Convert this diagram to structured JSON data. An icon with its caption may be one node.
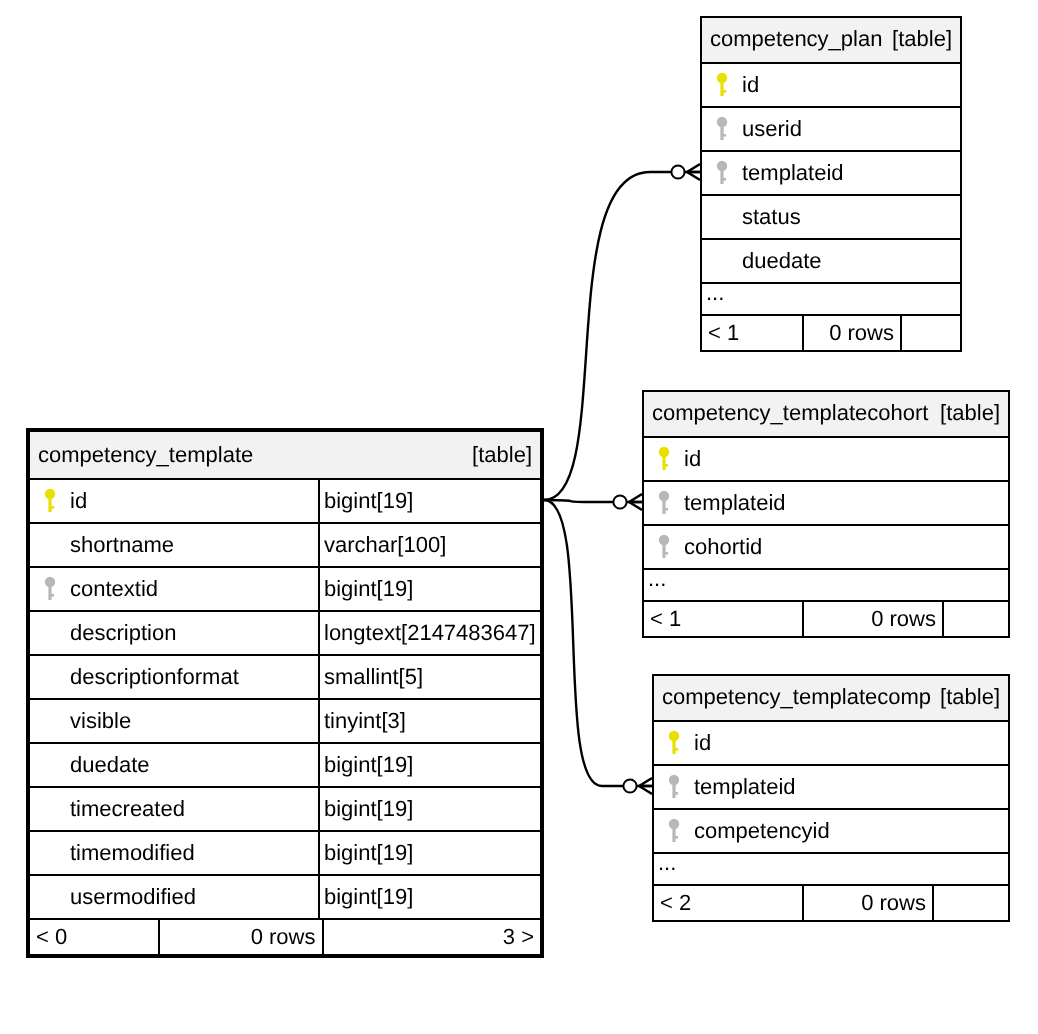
{
  "diagram": {
    "nodes": [
      {
        "text": [
          "competency_template",
          "[table]"
        ]
      },
      {
        "text": [
          "id",
          "bigint[19]"
        ],
        "in": 0
      },
      {
        "text": [
          "shortname",
          "varchar[100]"
        ],
        "in": 0
      },
      {
        "text": [
          "contextid",
          "bigint[19]"
        ],
        "in": 0
      },
      {
        "text": [
          "description",
          "longtext[2147483647]"
        ],
        "in": 0
      },
      {
        "text": [
          "descriptionformat",
          "smallint[5]"
        ],
        "in": 0
      },
      {
        "text": [
          "visible",
          "tinyint[3]"
        ],
        "in": 0
      },
      {
        "text": [
          "duedate",
          "bigint[19]"
        ],
        "in": 0
      },
      {
        "text": [
          "timecreated",
          "bigint[19]"
        ],
        "in": 0
      },
      {
        "text": [
          "timemodified",
          "bigint[19]"
        ],
        "in": 0
      },
      {
        "text": [
          "usermodified",
          "bigint[19]"
        ],
        "in": 0
      },
      {
        "text": [
          "< 0",
          "0 rows",
          "3 >"
        ],
        "in": 0
      },
      {
        "text": [
          "competency_plan",
          "[table]"
        ]
      },
      {
        "text": [
          "id"
        ],
        "in": 12
      },
      {
        "text": [
          "userid"
        ],
        "in": 12
      },
      {
        "text": [
          "templateid"
        ],
        "in": 12
      },
      {
        "text": [
          "status"
        ],
        "in": 12
      },
      {
        "text": [
          "duedate"
        ],
        "in": 12
      },
      {
        "text": [
          "..."
        ],
        "in": 12
      },
      {
        "text": [
          "< 1",
          "0 rows"
        ],
        "in": 12
      },
      {
        "text": [
          "competency_templatecohort",
          "[table]"
        ]
      },
      {
        "text": [
          "id"
        ],
        "in": 20
      },
      {
        "text": [
          "templateid"
        ],
        "in": 20
      },
      {
        "text": [
          "cohortid"
        ],
        "in": 20
      },
      {
        "text": [
          "..."
        ],
        "in": 20
      },
      {
        "text": [
          "< 1",
          "0 rows"
        ],
        "in": 20
      },
      {
        "text": [
          "competency_templatecomp",
          "[table]"
        ]
      },
      {
        "text": [
          "id"
        ],
        "in": 26
      },
      {
        "text": [
          "templateid"
        ],
        "in": 26
      },
      {
        "text": [
          "competencyid"
        ],
        "in": 26
      },
      {
        "text": [
          "..."
        ],
        "in": 26
      },
      {
        "text": [
          "< 2",
          "0 rows"
        ],
        "in": 26
      }
    ],
    "edges": [
      {
        "from": 1,
        "to": 15,
        "arrow": "other"
      },
      {
        "from": 1,
        "to": 22,
        "arrow": "other"
      },
      {
        "from": 1,
        "to": 28,
        "arrow": "other"
      }
    ]
  }
}
